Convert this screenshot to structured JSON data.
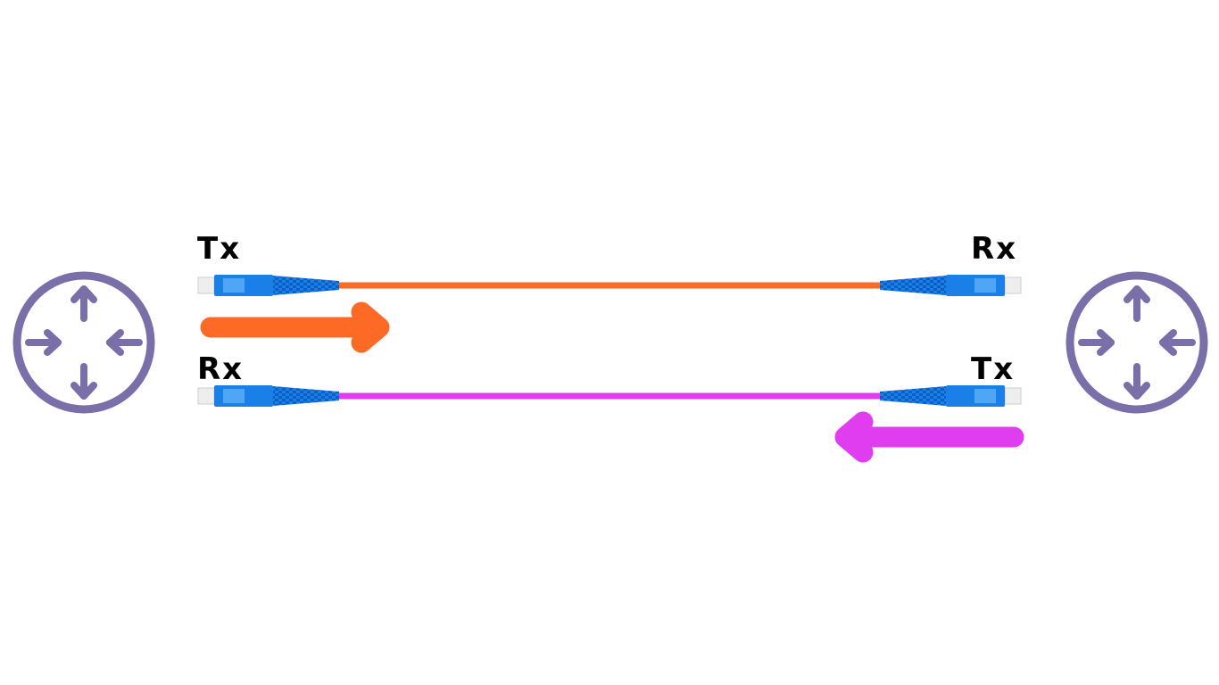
{
  "labels": {
    "top_left": "Tx",
    "top_right": "Rx",
    "bottom_left": "Rx",
    "bottom_right": "Tx"
  },
  "colors": {
    "router": "#7a6fa8",
    "link_top": "#fc6a26",
    "link_bottom": "#e13df0",
    "connector_body": "#1a7fe6",
    "connector_dark": "#0b5fc4",
    "ferrule": "#eeeeee"
  },
  "icons": {
    "left_router": "router-icon",
    "right_router": "router-icon"
  }
}
